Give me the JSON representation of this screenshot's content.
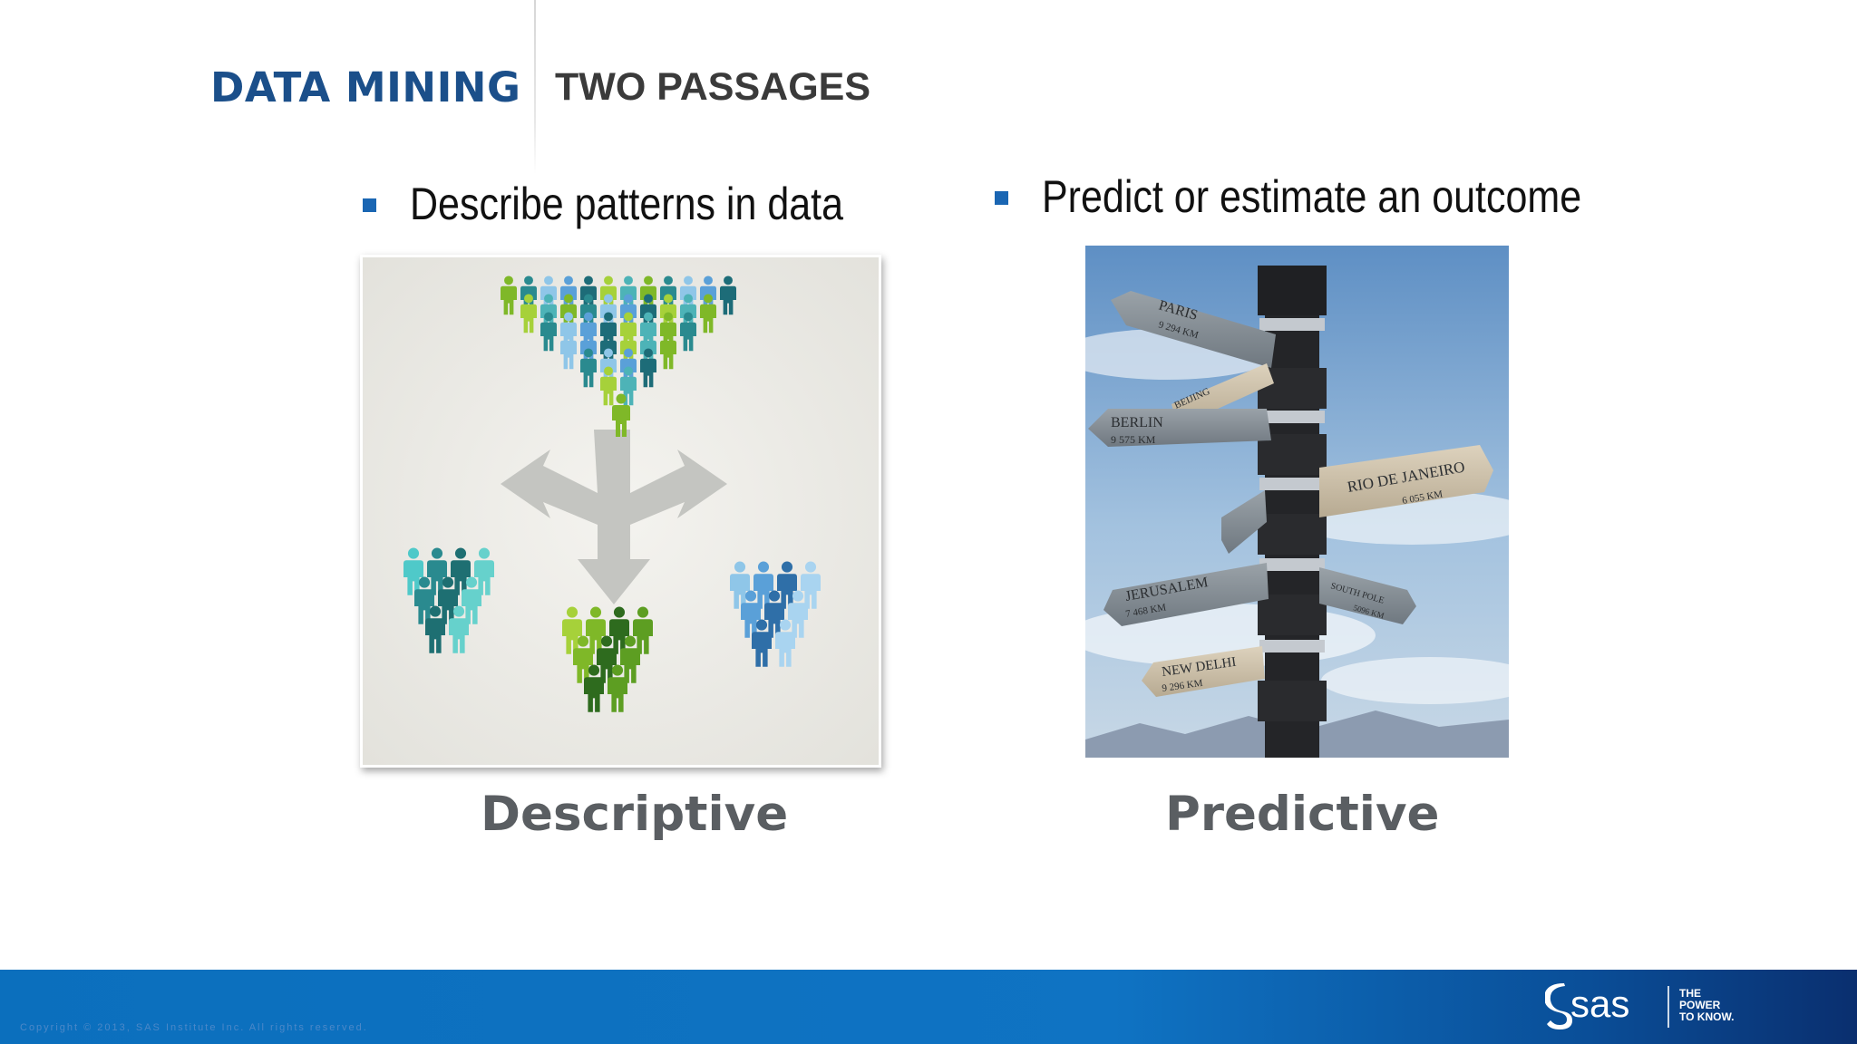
{
  "header": {
    "title": "DATA MINING",
    "subtitle": "TWO PASSAGES"
  },
  "left": {
    "bullet": "Describe patterns in data",
    "caption": "Descriptive",
    "image_icon": "people-clustering-illustration"
  },
  "right": {
    "bullet": "Predict or estimate an outcome",
    "caption": "Predictive",
    "image_icon": "signpost-photo",
    "signs": [
      {
        "city": "PARIS",
        "dist": "9 294 KM"
      },
      {
        "city": "BEIJING",
        "dist": ""
      },
      {
        "city": "BERLIN",
        "dist": "9 575 KM"
      },
      {
        "city": "RIO DE JANEIRO",
        "dist": "6 055 KM"
      },
      {
        "city": "JERUSALEM",
        "dist": "7 468 KM"
      },
      {
        "city": "NEW DELHI",
        "dist": "9 296 KM"
      },
      {
        "city": "SOUTH POLE",
        "dist": "5096 KM"
      }
    ]
  },
  "footer": {
    "copyright": "Copyright © 2013, SAS Institute Inc. All rights reserved.",
    "logo_text": "sas",
    "tagline": [
      "THE",
      "POWER",
      "TO KNOW."
    ]
  },
  "colors": {
    "title_blue": "#1b4f8a",
    "bullet_blue": "#1a66b3",
    "footer_blue": "#0f73c3",
    "caption_gray": "#5a5e62"
  }
}
